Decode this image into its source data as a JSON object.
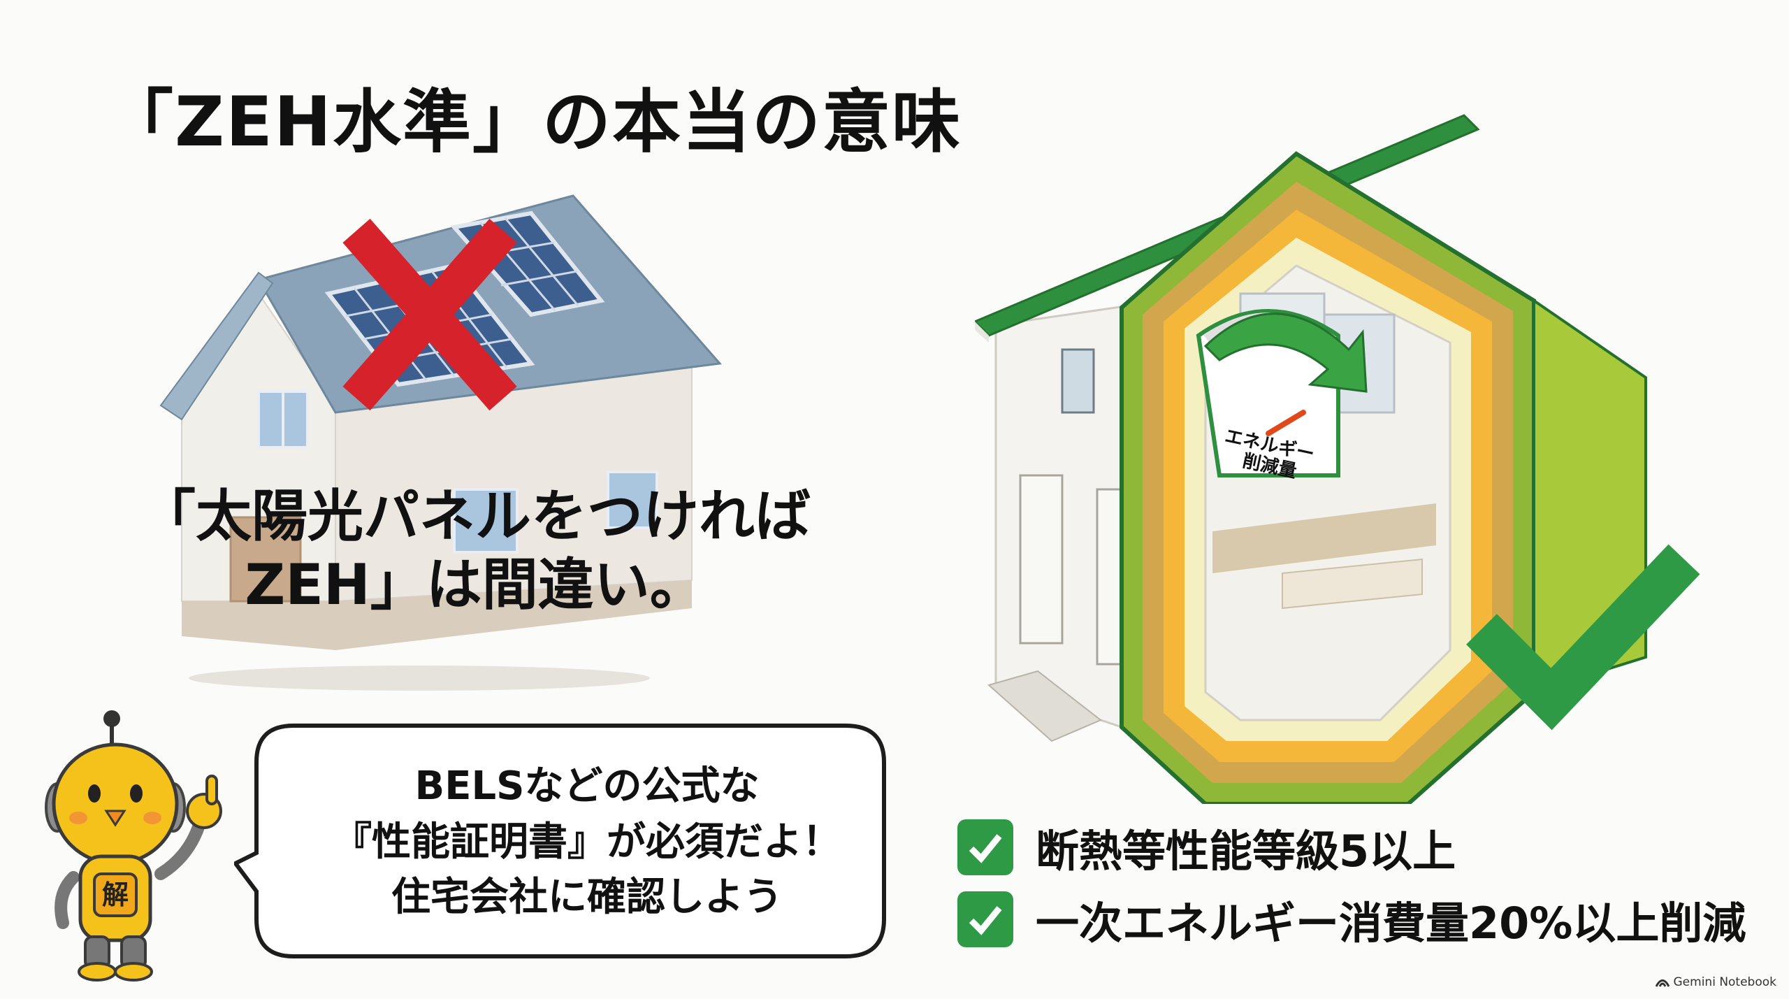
{
  "title": "「ZEH水準」の本当の意味",
  "misconception": {
    "line1": "「太陽光パネルをつければ",
    "line2": "ZEH」は間違い。"
  },
  "speech_bubble": {
    "line1": "BELSなどの公式な",
    "line2": "『性能証明書』が必須だよ！",
    "line3": "住宅会社に確認しよう"
  },
  "mascot": {
    "badge": "解"
  },
  "house_illustration": {
    "meter_label_1": "エネルギー",
    "meter_label_2": "削減量"
  },
  "criteria": [
    {
      "label": "断熱等性能等級5以上",
      "checked": true
    },
    {
      "label": "一次エネルギー消費量20%以上削減",
      "checked": true
    }
  ],
  "brand": "Gemini Notebook",
  "colors": {
    "check_green": "#2f9a45",
    "cross_red": "#d6222a",
    "roof_green": "#2e8f3e",
    "mascot_yellow": "#f5c21b"
  },
  "icons": [
    "cross-mark-icon",
    "check-mark-icon",
    "checkbox-check-icon",
    "notebook-logo-icon"
  ]
}
